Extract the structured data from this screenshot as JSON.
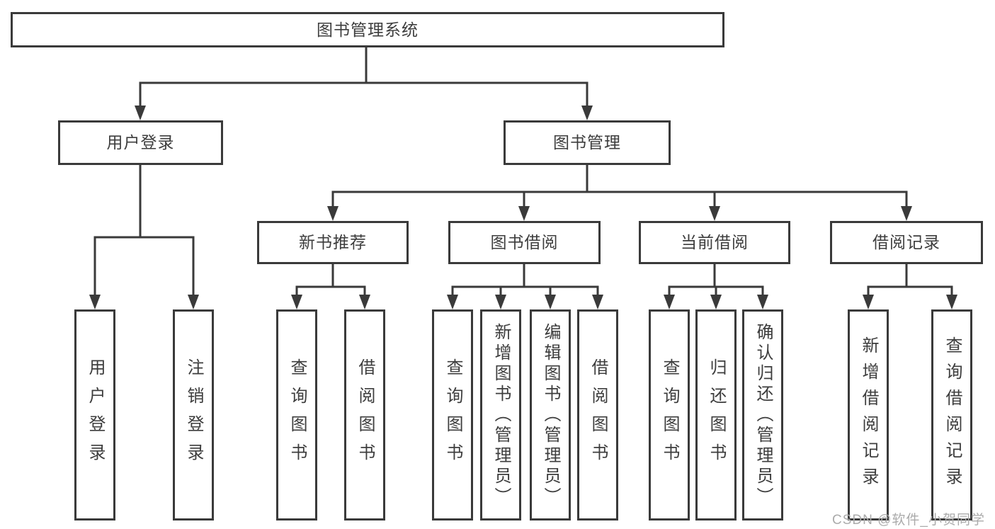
{
  "diagram": {
    "root": {
      "label": "图书管理系统"
    },
    "branches": [
      {
        "label": "用户登录",
        "children": [
          {
            "label": "用户登录"
          },
          {
            "label": "注销登录"
          }
        ]
      },
      {
        "label": "图书管理",
        "children": [
          {
            "label": "新书推荐",
            "children": [
              {
                "label": "查询图书"
              },
              {
                "label": "借阅图书"
              }
            ]
          },
          {
            "label": "图书借阅",
            "children": [
              {
                "label": "查询图书"
              },
              {
                "label": "新增图书（管理员）"
              },
              {
                "label": "编辑图书（管理员）"
              },
              {
                "label": "借阅图书"
              }
            ]
          },
          {
            "label": "当前借阅",
            "children": [
              {
                "label": "查询图书"
              },
              {
                "label": "归还图书"
              },
              {
                "label": "确认归还（管理员）"
              }
            ]
          },
          {
            "label": "借阅记录",
            "children": [
              {
                "label": "新增借阅记录"
              },
              {
                "label": "查询借阅记录"
              }
            ]
          }
        ]
      }
    ]
  },
  "watermark": {
    "text": "CSDN @软件_小贺同学"
  },
  "colors": {
    "line": "#3a3a3a",
    "text": "#3d3d3d",
    "watermark": "#ababab",
    "background": "#ffffff"
  }
}
